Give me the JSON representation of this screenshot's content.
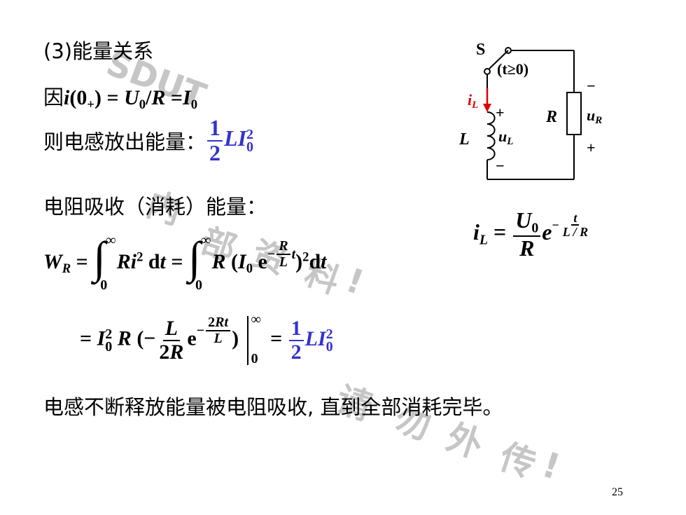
{
  "texts": {
    "heading": "(3)能量关系",
    "line1_prefix": "因",
    "line2_label": "则电感放出能量：",
    "line3_label": "电阻吸收（消耗）能量：",
    "conclusion": "电感不断释放能量被电阻吸收, 直到全部消耗完毕。",
    "page_number": "25"
  },
  "watermark": {
    "w1": "SDUT",
    "w2": "内",
    "w3": "部",
    "w4": "资",
    "w5": "料",
    "w6": "!",
    "w7": "请",
    "w8": "勿",
    "w9": "外",
    "w10": "传",
    "w11": "!"
  },
  "circuit": {
    "switch_label": "S",
    "time_label": "(t≥0)",
    "current_label": "i",
    "current_sub": "L",
    "inductor_label": "L",
    "inductor_voltage": "u",
    "inductor_voltage_sub": "L",
    "resistor_label": "R",
    "resistor_voltage": "u",
    "resistor_voltage_sub": "R",
    "plus": "+",
    "minus": "−"
  },
  "colors": {
    "blue_accent": "#3333cc",
    "red_accent": "#e00000",
    "watermark": "#c6c6c6"
  }
}
